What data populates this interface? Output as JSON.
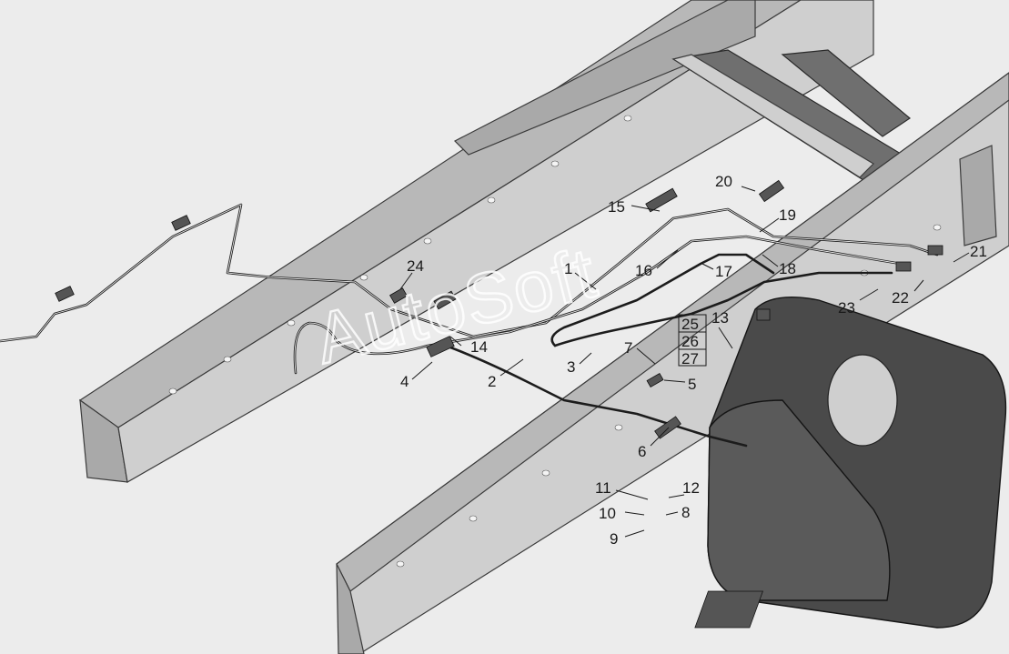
{
  "watermark": "AutoSoft",
  "callouts": [
    {
      "id": "1",
      "text": "1"
    },
    {
      "id": "2",
      "text": "2"
    },
    {
      "id": "3",
      "text": "3"
    },
    {
      "id": "4",
      "text": "4"
    },
    {
      "id": "5",
      "text": "5"
    },
    {
      "id": "6",
      "text": "6"
    },
    {
      "id": "7",
      "text": "7"
    },
    {
      "id": "8",
      "text": "8"
    },
    {
      "id": "9",
      "text": "9"
    },
    {
      "id": "10",
      "text": "10"
    },
    {
      "id": "11",
      "text": "11"
    },
    {
      "id": "12",
      "text": "12"
    },
    {
      "id": "13",
      "text": "13"
    },
    {
      "id": "14",
      "text": "14"
    },
    {
      "id": "15",
      "text": "15"
    },
    {
      "id": "16",
      "text": "16"
    },
    {
      "id": "17",
      "text": "17"
    },
    {
      "id": "18",
      "text": "18"
    },
    {
      "id": "19",
      "text": "19"
    },
    {
      "id": "20",
      "text": "20"
    },
    {
      "id": "21",
      "text": "21"
    },
    {
      "id": "22",
      "text": "22"
    },
    {
      "id": "23",
      "text": "23"
    },
    {
      "id": "24",
      "text": "24"
    },
    {
      "id": "25",
      "text": "25"
    },
    {
      "id": "26",
      "text": "26"
    },
    {
      "id": "27",
      "text": "27"
    }
  ]
}
